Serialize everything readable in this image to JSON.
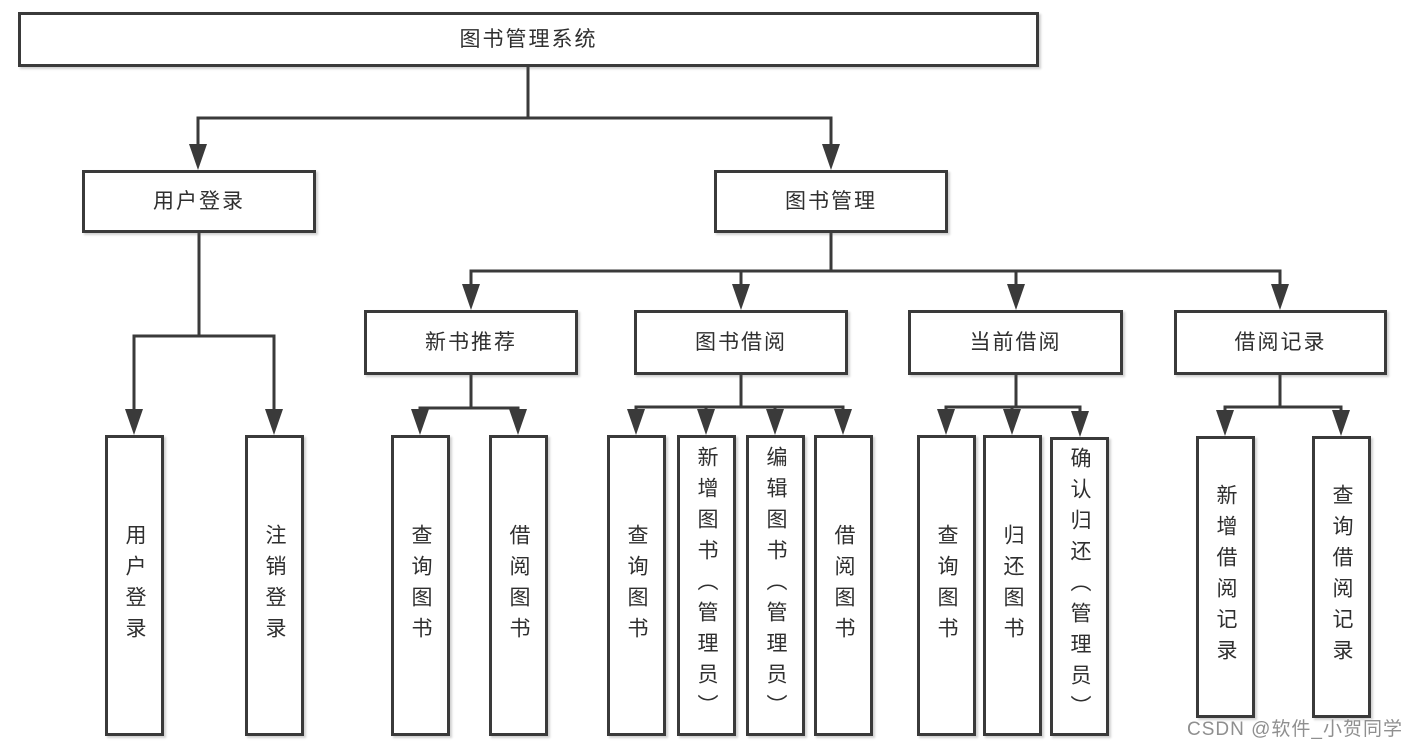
{
  "diagram": {
    "root": {
      "label": "图书管理系统"
    },
    "level2": {
      "user_login": {
        "label": "用户登录"
      },
      "book_mgmt": {
        "label": "图书管理"
      }
    },
    "level3": {
      "new_book_rec": {
        "label": "新书推荐",
        "parent": "图书管理"
      },
      "book_borrow": {
        "label": "图书借阅",
        "parent": "图书管理"
      },
      "current_borrow": {
        "label": "当前借阅",
        "parent": "图书管理"
      },
      "borrow_record": {
        "label": "借阅记录",
        "parent": "图书管理"
      }
    },
    "leaves": [
      {
        "label": "用户登录",
        "parent": "用户登录"
      },
      {
        "label": "注销登录",
        "parent": "用户登录"
      },
      {
        "label": "查询图书",
        "parent": "新书推荐"
      },
      {
        "label": "借阅图书",
        "parent": "新书推荐"
      },
      {
        "label": "查询图书",
        "parent": "图书借阅"
      },
      {
        "label": "新增图书（管理员）",
        "parent": "图书借阅"
      },
      {
        "label": "编辑图书（管理员）",
        "parent": "图书借阅"
      },
      {
        "label": "借阅图书",
        "parent": "图书借阅"
      },
      {
        "label": "查询图书",
        "parent": "当前借阅"
      },
      {
        "label": "归还图书",
        "parent": "当前借阅"
      },
      {
        "label": "确认归还（管理员）",
        "parent": "当前借阅"
      },
      {
        "label": "新增借阅记录",
        "parent": "借阅记录"
      },
      {
        "label": "查询借阅记录",
        "parent": "借阅记录"
      }
    ],
    "watermark": "CSDN @软件_小贺同学",
    "colors": {
      "line": "#3a3a3a",
      "box_border": "#3a3a3a",
      "text": "#2f2f2f",
      "background": "#ffffff",
      "watermark": "#8f8f8f"
    }
  }
}
